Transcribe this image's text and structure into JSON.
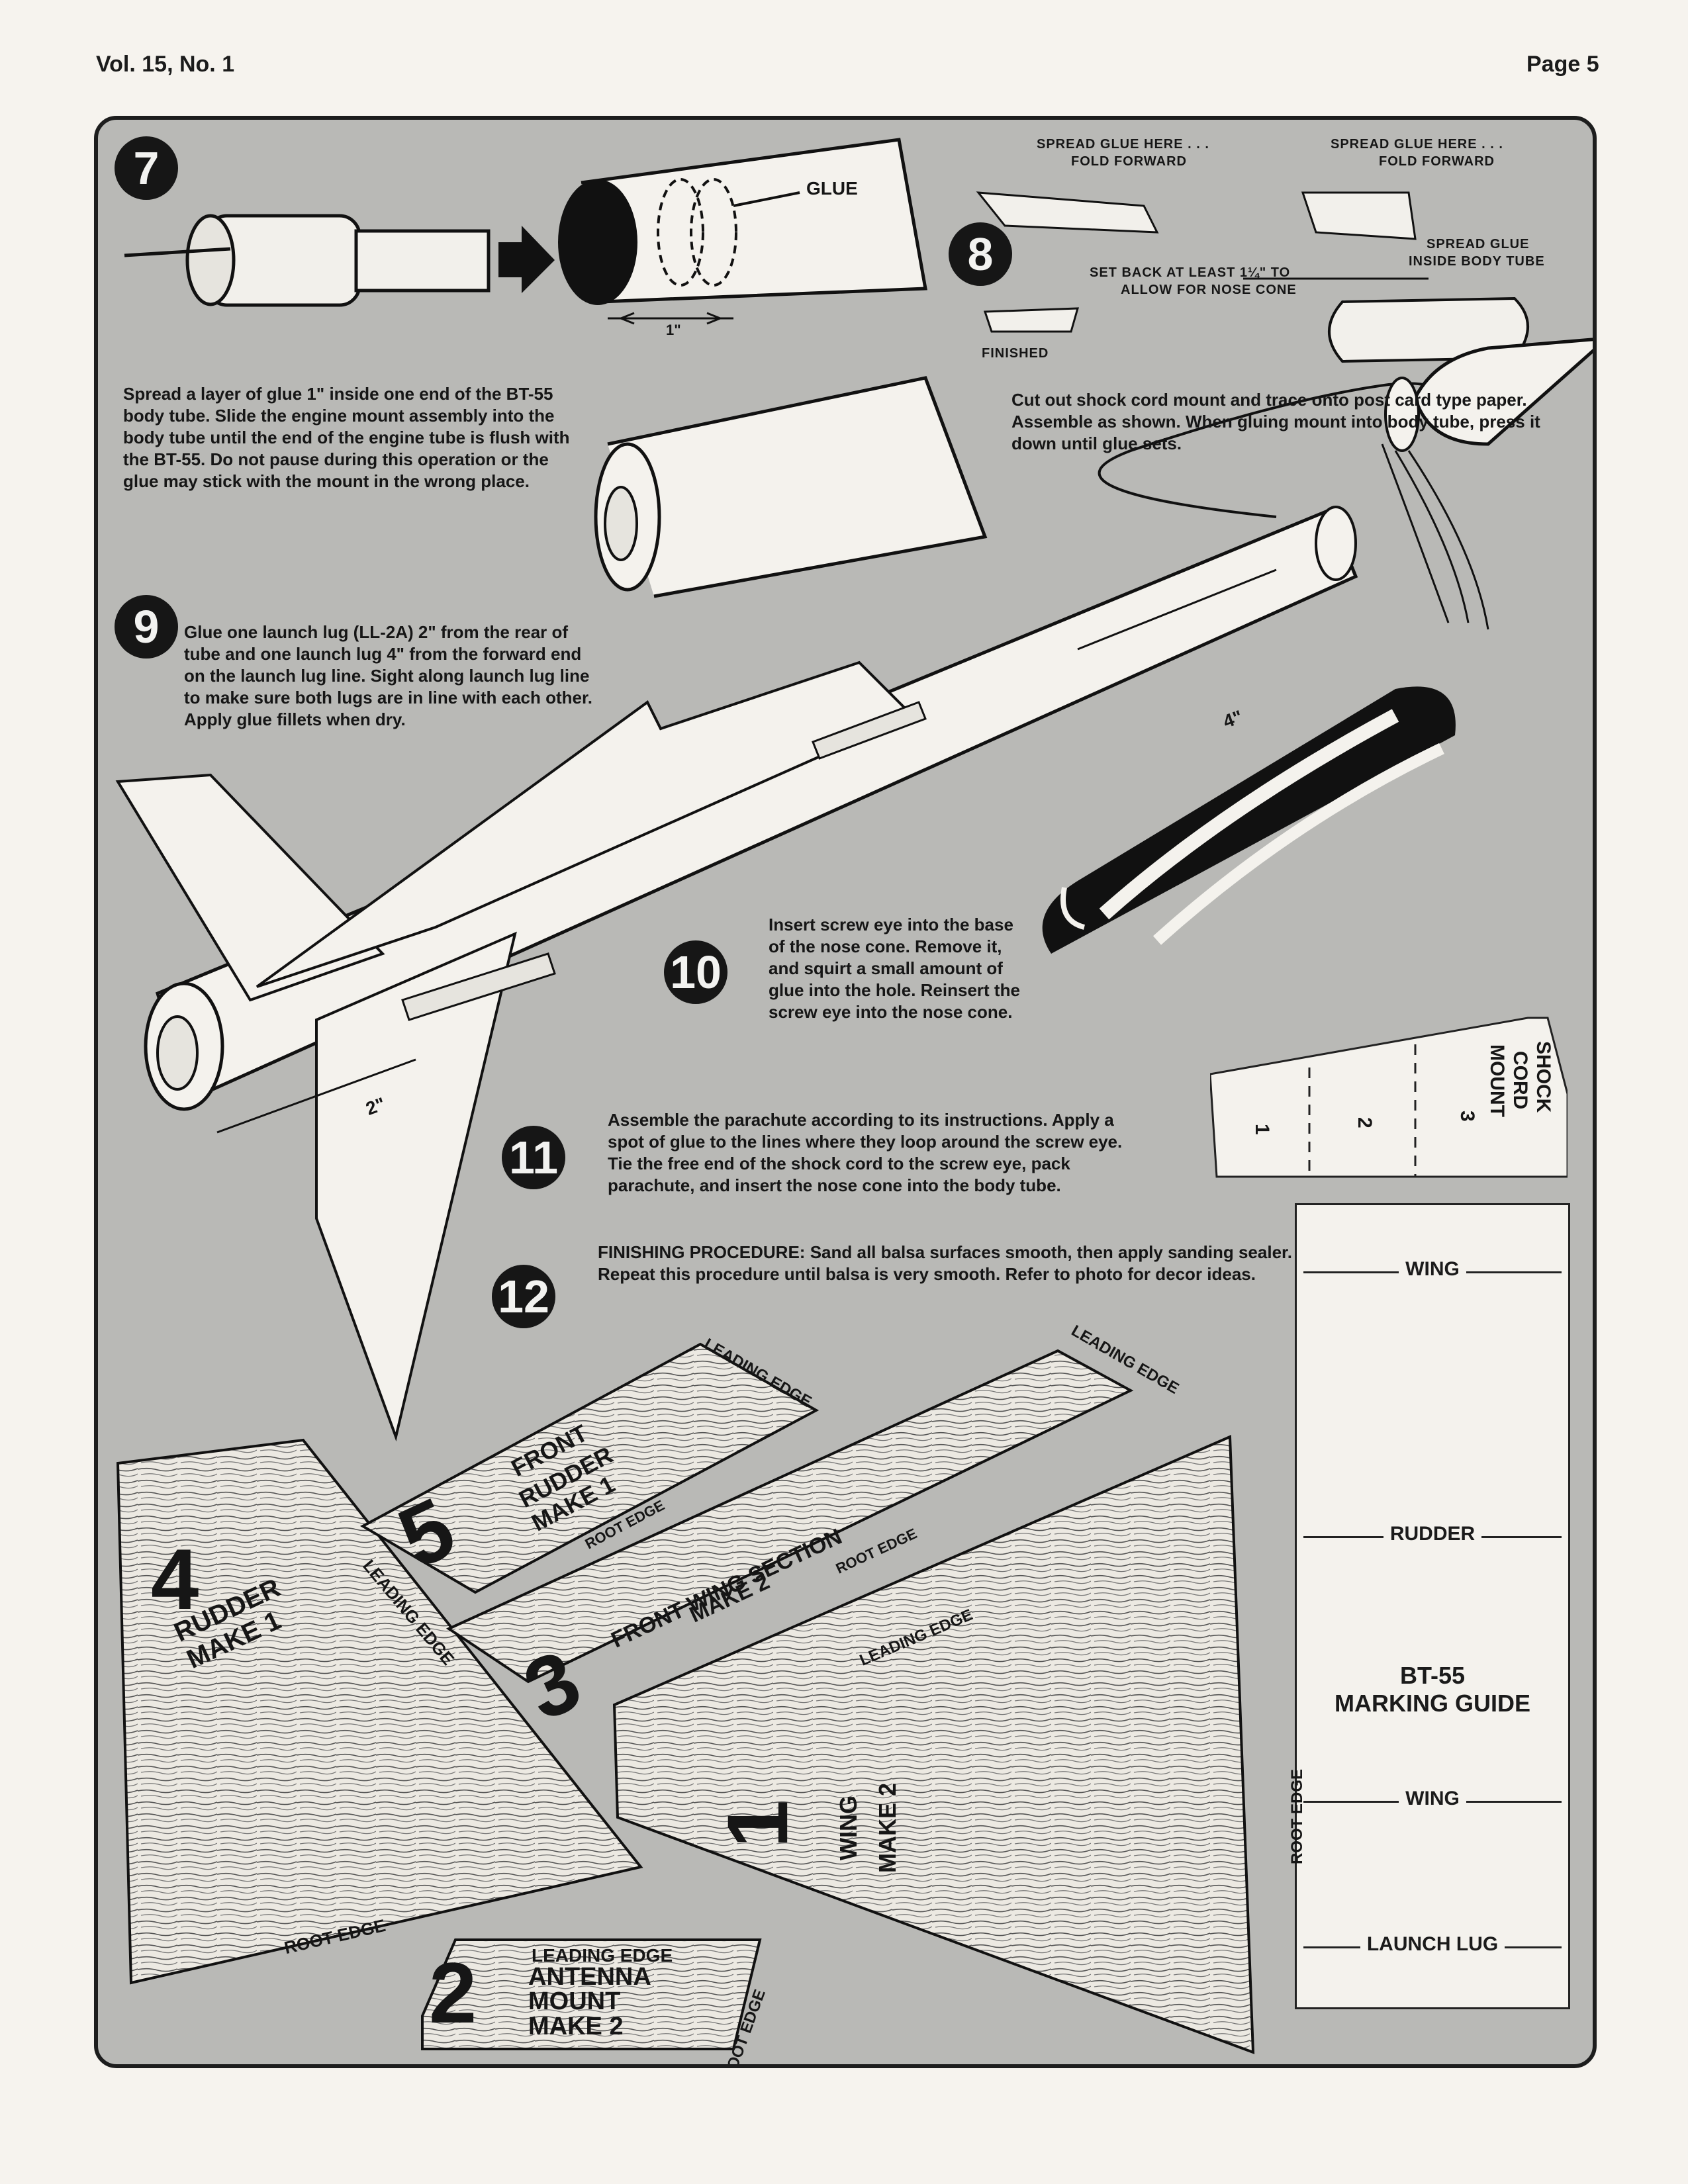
{
  "header": {
    "issue": "Vol. 15, No. 1",
    "page": "Page 5"
  },
  "steps": {
    "s7": {
      "num": "7",
      "text": "Spread a layer of glue 1\" inside one end of the BT-55 body tube. Slide the engine mount assembly into the body tube until the end of the engine tube is flush with the BT-55. Do not pause during this operation or the glue may stick with the mount in the wrong place.",
      "glue_label": "GLUE",
      "dim_label": "1\""
    },
    "s8": {
      "num": "8",
      "text": "Cut out shock cord mount and trace onto post card type paper. Assemble as shown. When gluing mount into body tube, press it down until glue sets.",
      "label_a": "SPREAD GLUE HERE . . .",
      "label_a2": "FOLD FORWARD",
      "label_b": "SPREAD GLUE HERE . . .",
      "label_b2": "FOLD FORWARD",
      "label_c": "SPREAD GLUE",
      "label_c2": "INSIDE BODY TUBE",
      "label_d": "SET BACK AT LEAST 1¼\" TO",
      "label_d2": "ALLOW FOR NOSE CONE",
      "label_e": "FINISHED"
    },
    "s9": {
      "num": "9",
      "text": "Glue one launch lug (LL-2A) 2\" from the rear of tube and one launch lug 4\" from the forward end on the launch lug line. Sight along launch lug line to make sure both lugs are in line with each other. Apply glue fillets when dry.",
      "dim_4": "4\"",
      "dim_2": "2\""
    },
    "s10": {
      "num": "10",
      "text": "Insert screw eye into the base of the nose cone. Remove it, and squirt a small amount of glue into the hole. Reinsert the screw eye into the nose cone."
    },
    "s11": {
      "num": "11",
      "text": "Assemble the parachute according to its instructions. Apply a spot of glue to the lines where they loop around the screw eye. Tie the free end of the shock cord to the screw eye, pack parachute, and insert the nose cone into the body tube."
    },
    "s12": {
      "num": "12",
      "label": "FINISHING PROCEDURE:",
      "text": " Sand all balsa surfaces smooth, then apply sanding sealer. Repeat this procedure until balsa is very smooth. Refer to photo for decor ideas."
    }
  },
  "shock_cord_mount": {
    "title1": "SHOCK",
    "title2": "CORD",
    "title3": "MOUNT",
    "n1": "1",
    "n2": "2",
    "n3": "3"
  },
  "marking_guide": {
    "wing1": "WING",
    "rudder": "RUDDER",
    "title1": "BT-55",
    "title2": "MARKING GUIDE",
    "wing2": "WING",
    "lug": "LAUNCH LUG"
  },
  "parts": {
    "p1": {
      "num": "1",
      "name": "WING",
      "qty": "MAKE 2",
      "root": "ROOT EDGE",
      "leading": "LEADING EDGE"
    },
    "p2": {
      "num": "2",
      "leading": "LEADING EDGE",
      "name1": "ANTENNA",
      "name2": "MOUNT",
      "qty": "MAKE 2",
      "root": "ROOT EDGE"
    },
    "p3": {
      "num": "3",
      "name": "FRONT WING SECTION",
      "qty": "MAKE 2",
      "root": "ROOT EDGE",
      "leading": "LEADING EDGE"
    },
    "p4": {
      "num": "4",
      "name": "RUDDER",
      "qty": "MAKE 1",
      "root": "ROOT EDGE",
      "leading": "LEADING EDGE"
    },
    "p5": {
      "num": "5",
      "name1": "FRONT",
      "name2": "RUDDER",
      "qty": "MAKE 1",
      "root": "ROOT EDGE",
      "leading": "LEADING EDGE"
    }
  }
}
